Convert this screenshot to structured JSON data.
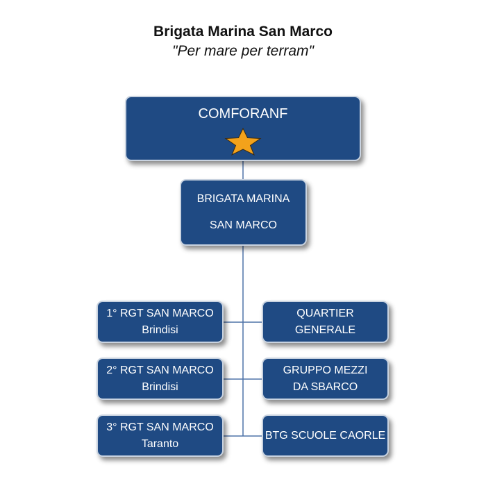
{
  "header": {
    "title": "Brigata Marina San Marco",
    "motto": "\"Per mare per terram\""
  },
  "colors": {
    "box_fill": "#1f4a83",
    "box_border": "#c9d3e0",
    "connector": "#4f73a8",
    "star": "#f3a21b"
  },
  "nodes": {
    "comforanf": {
      "label": "COMFORANF",
      "icon": "star-icon"
    },
    "brigata": {
      "line1": "BRIGATA MARINA",
      "line2": "SAN MARCO"
    },
    "rgt1": {
      "line1": "1° RGT SAN MARCO",
      "line2": "Brindisi"
    },
    "rgt2": {
      "line1": "2° RGT SAN MARCO",
      "line2": "Brindisi"
    },
    "rgt3": {
      "line1": "3° RGT SAN MARCO",
      "line2": "Taranto"
    },
    "quartier": {
      "line1": "QUARTIER",
      "line2": "GENERALE"
    },
    "gruppo": {
      "line1": "GRUPPO MEZZI",
      "line2": "DA SBARCO"
    },
    "btg": {
      "line1": "BTG SCUOLE CAORLE"
    }
  }
}
